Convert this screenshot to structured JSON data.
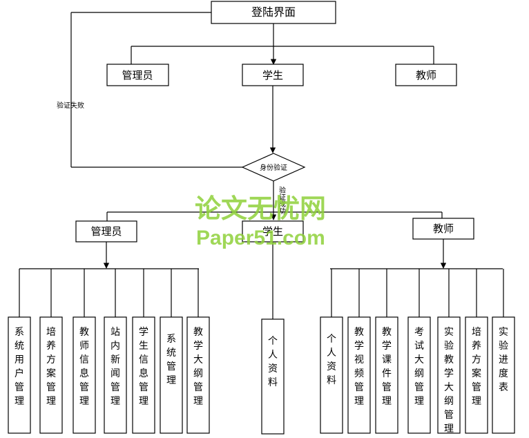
{
  "nodes": {
    "login": "登陆界面",
    "admin_top": "管理员",
    "student_top": "学生",
    "teacher_top": "教师",
    "auth": "身份验证",
    "admin": "管理员",
    "student": "学生",
    "teacher": "教师"
  },
  "edges": {
    "fail": "验证失败",
    "success": "验证成功"
  },
  "admin_items": [
    "系统用户管理",
    "培养方案管理",
    "教师信息管理",
    "站内新闻管理",
    "学生信息管理",
    "系统管理",
    "教学大纲管理"
  ],
  "student_items": [
    "个人资料"
  ],
  "teacher_items": [
    "个人资料",
    "教学视频管理",
    "教学课件管理",
    "考试大纲管理",
    "实验教学大纲管理",
    "培养方案管理",
    "实验进度表"
  ],
  "watermark": {
    "cn": "论文无忧网",
    "en": "Paper51.com"
  }
}
